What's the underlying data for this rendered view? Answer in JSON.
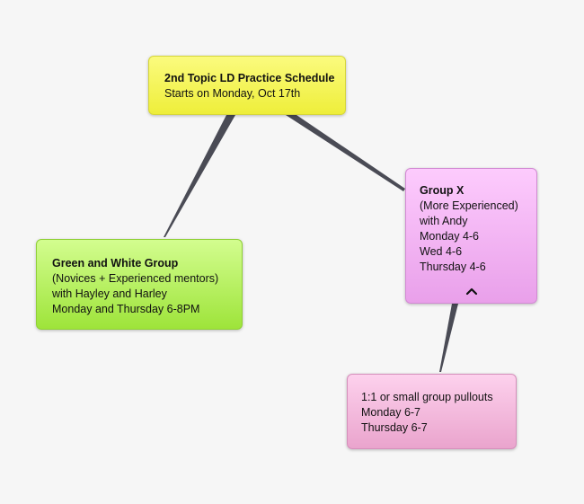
{
  "nodes": {
    "root": {
      "title": "2nd Topic LD Practice Schedule",
      "lines": [
        "Starts on Monday, Oct 17th"
      ]
    },
    "green": {
      "title": "Green and White Group",
      "lines": [
        "(Novices + Experienced  mentors)",
        "with Hayley and Harley",
        "Monday and Thursday 6-8PM"
      ]
    },
    "groupx": {
      "title": "Group X",
      "lines": [
        "(More Experienced)",
        "with Andy",
        "Monday 4-6",
        "Wed 4-6",
        "Thursday 4-6"
      ]
    },
    "pullouts": {
      "lines": [
        "1:1 or small group pullouts",
        "Monday 6-7",
        "Thursday 6-7"
      ]
    }
  },
  "icons": {
    "collapse": "chevron-up-icon"
  },
  "colors": {
    "connector": "#4a4b55",
    "root_fill": "#f4f45c",
    "green_fill": "#b9f160",
    "groupx_fill": "#f3b6f4",
    "pullouts_fill": "#f4bbde"
  }
}
